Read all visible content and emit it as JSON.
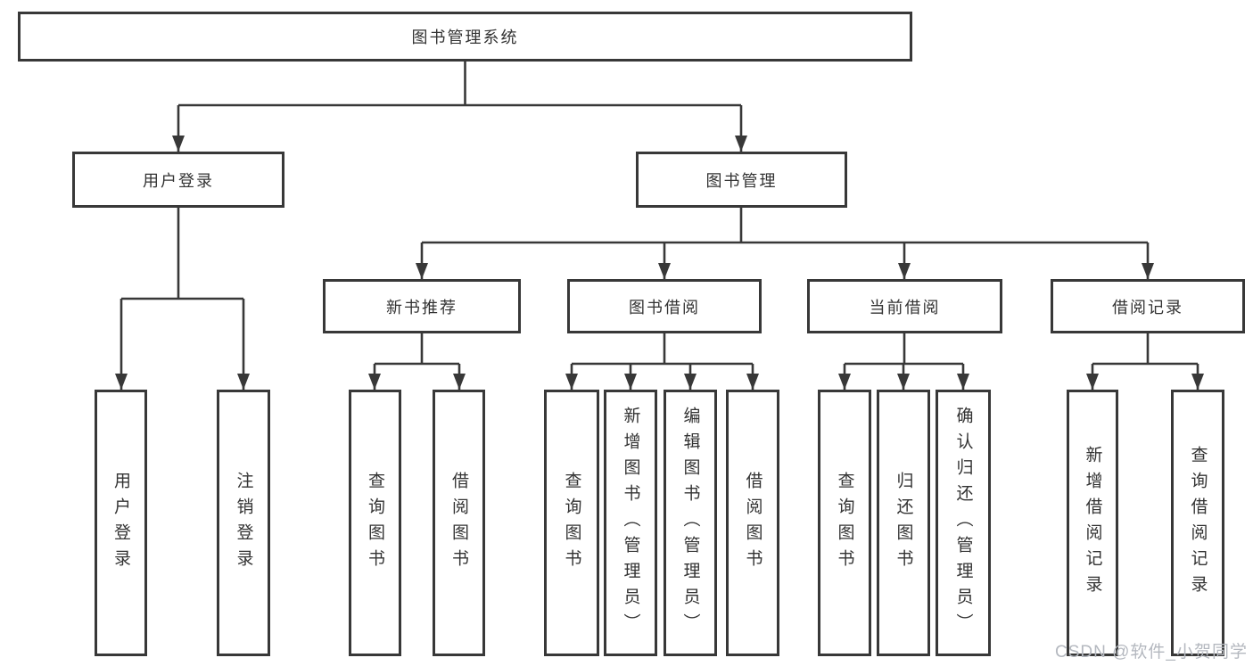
{
  "colors": {
    "border": "#383838",
    "line": "#383838",
    "text": "#333333",
    "background": "#ffffff",
    "watermark": "#b4b8bf"
  },
  "watermark": {
    "text": "CSDN @软件_小贺同学"
  },
  "tree": {
    "root": {
      "label": "图书管理系统",
      "children": [
        {
          "label": "用户登录",
          "children": [
            {
              "label": "用户登录"
            },
            {
              "label": "注销登录"
            }
          ]
        },
        {
          "label": "图书管理",
          "children": [
            {
              "label": "新书推荐",
              "children": [
                {
                  "label": "查询图书"
                },
                {
                  "label": "借阅图书"
                }
              ]
            },
            {
              "label": "图书借阅",
              "children": [
                {
                  "label": "查询图书"
                },
                {
                  "label": "新增图书（管理员）"
                },
                {
                  "label": "编辑图书（管理员）"
                },
                {
                  "label": "借阅图书"
                }
              ]
            },
            {
              "label": "当前借阅",
              "children": [
                {
                  "label": "查询图书"
                },
                {
                  "label": "归还图书"
                },
                {
                  "label": "确认归还（管理员）"
                }
              ]
            },
            {
              "label": "借阅记录",
              "children": [
                {
                  "label": "新增借阅记录"
                },
                {
                  "label": "查询借阅记录"
                }
              ]
            }
          ]
        }
      ]
    }
  }
}
